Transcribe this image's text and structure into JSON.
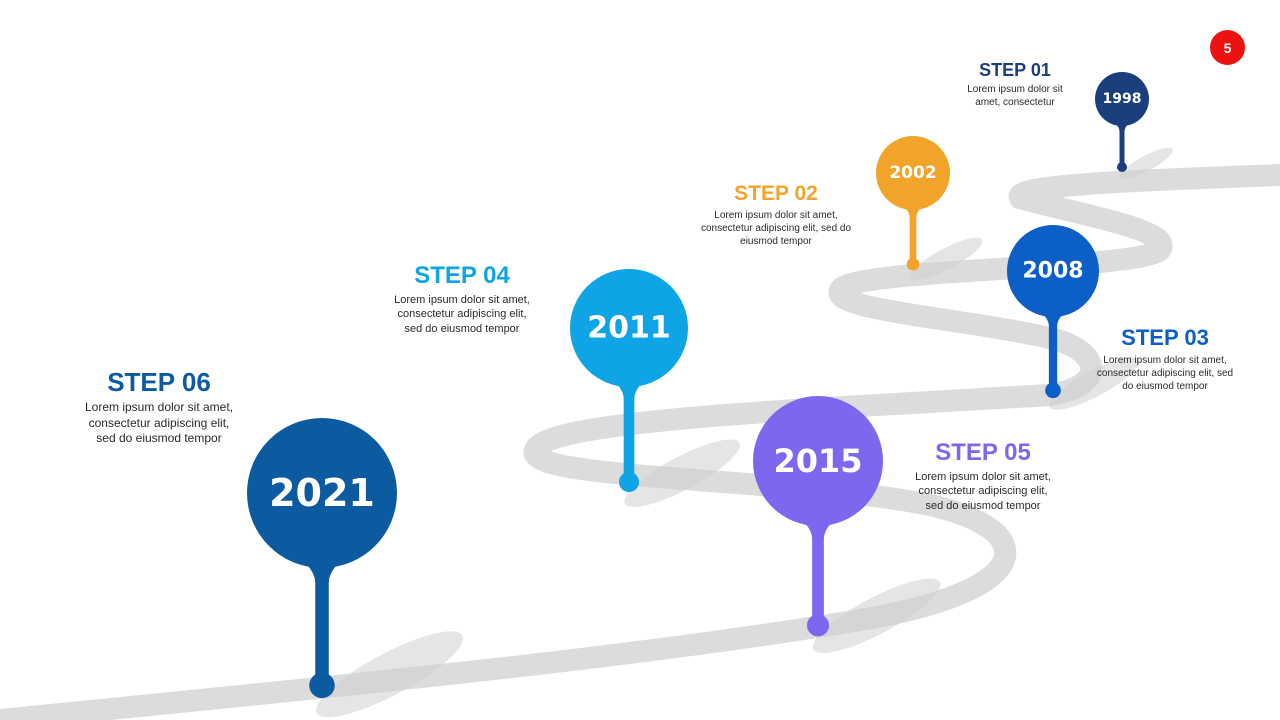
{
  "page_number": "5",
  "colors": {
    "road": "#dcdcdc",
    "shadow": "#cfcfcf",
    "step01": "#1a3f7c",
    "step02": "#f2a42a",
    "step03": "#0b5fc7",
    "step04": "#0ea4e6",
    "step05": "#7b68ee",
    "step06": "#0c5aa0",
    "badge": "#ee1111"
  },
  "steps": [
    {
      "title": "STEP 01",
      "year": "1998",
      "description": "Lorem ipsum dolor sit amet, consectetur"
    },
    {
      "title": "STEP 02",
      "year": "2002",
      "description": "Lorem ipsum dolor sit amet, consectetur adipiscing elit, sed do eiusmod tempor"
    },
    {
      "title": "STEP 03",
      "year": "2008",
      "description": "Lorem ipsum dolor sit amet, consectetur adipiscing elit, sed do eiusmod tempor"
    },
    {
      "title": "STEP 04",
      "year": "2011",
      "description": "Lorem ipsum dolor sit amet, consectetur adipiscing elit, sed do eiusmod tempor"
    },
    {
      "title": "STEP 05",
      "year": "2015",
      "description": "Lorem ipsum dolor sit amet, consectetur adipiscing elit, sed do eiusmod tempor"
    },
    {
      "title": "STEP 06",
      "year": "2021",
      "description": "Lorem ipsum dolor sit amet, consectetur adipiscing elit, sed do eiusmod tempor"
    }
  ]
}
